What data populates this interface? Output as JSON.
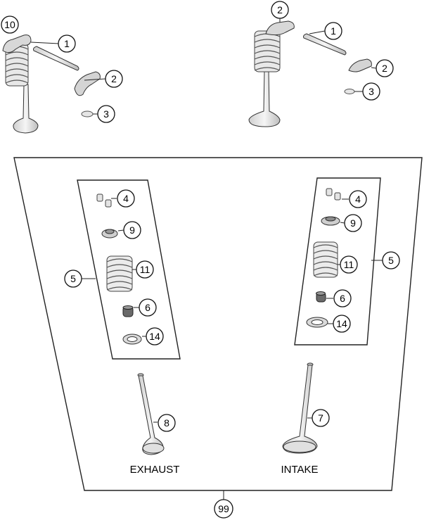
{
  "callouts": {
    "top_left_1": "10",
    "top_left_2": "1",
    "top_left_3": "2",
    "top_left_4": "3",
    "top_right_1": "2",
    "top_right_2": "1",
    "top_right_3": "2",
    "top_right_4": "3",
    "exhaust_kit_keepers": "4",
    "exhaust_kit_retainer": "9",
    "exhaust_kit_spring": "11",
    "exhaust_kit_seal": "6",
    "exhaust_kit_seat": "14",
    "exhaust_kit_group": "5",
    "intake_kit_keepers": "4",
    "intake_kit_retainer": "9",
    "intake_kit_spring": "11",
    "intake_kit_seal": "6",
    "intake_kit_seat": "14",
    "intake_kit_group": "5",
    "exhaust_valve": "8",
    "intake_valve": "7",
    "assembly": "99"
  },
  "labels": {
    "exhaust": "EXHAUST",
    "intake": "INTAKE"
  },
  "colors": {
    "line": "#222222",
    "part_fill": "#f2f2f2",
    "part_shade": "#d9d9d9"
  }
}
